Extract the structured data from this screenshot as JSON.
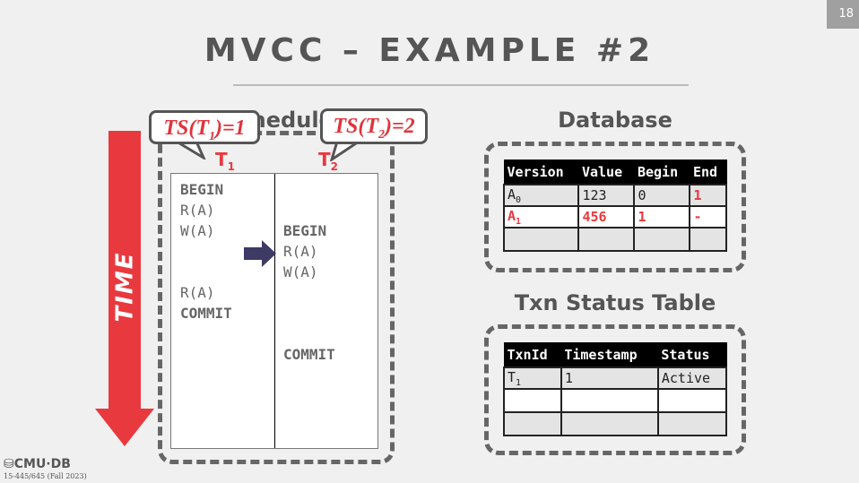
{
  "page_number": "18",
  "title": "MVCC – EXAMPLE #2",
  "time_label": "TIME",
  "schedule": {
    "heading": "Schedule",
    "t1_label": "T",
    "t1_sub": "1",
    "t2_label": "T",
    "t2_sub": "2",
    "bubble1": {
      "prefix": "TS(T",
      "sub": "1",
      "suffix": ")=1"
    },
    "bubble2": {
      "prefix": "TS(T",
      "sub": "2",
      "suffix": ")=2"
    },
    "t1_ops": [
      "BEGIN",
      "R(A)",
      "W(A)",
      "R(A)",
      "COMMIT"
    ],
    "t2_ops": [
      "BEGIN",
      "R(A)",
      "W(A)",
      "COMMIT"
    ],
    "current_step_pointer": "T2 R(A)"
  },
  "database": {
    "title": "Database",
    "columns": [
      "Version",
      "Value",
      "Begin",
      "End"
    ],
    "rows": [
      {
        "version": "A",
        "version_sub": "0",
        "value": "123",
        "begin": "0",
        "end": "1"
      },
      {
        "version": "A",
        "version_sub": "1",
        "value": "456",
        "begin": "1",
        "end": "-"
      }
    ]
  },
  "txn_status": {
    "title": "Txn Status Table",
    "columns": [
      "TxnId",
      "Timestamp",
      "Status"
    ],
    "rows": [
      {
        "txnid": "T",
        "txnid_sub": "1",
        "timestamp": "1",
        "status": "Active"
      }
    ]
  },
  "footer": {
    "logo": "CMU·DB",
    "course": "15-445/645 (Fall 2023)"
  },
  "colors": {
    "accent_red": "#e8393f",
    "pointer": "#3d3a66"
  }
}
